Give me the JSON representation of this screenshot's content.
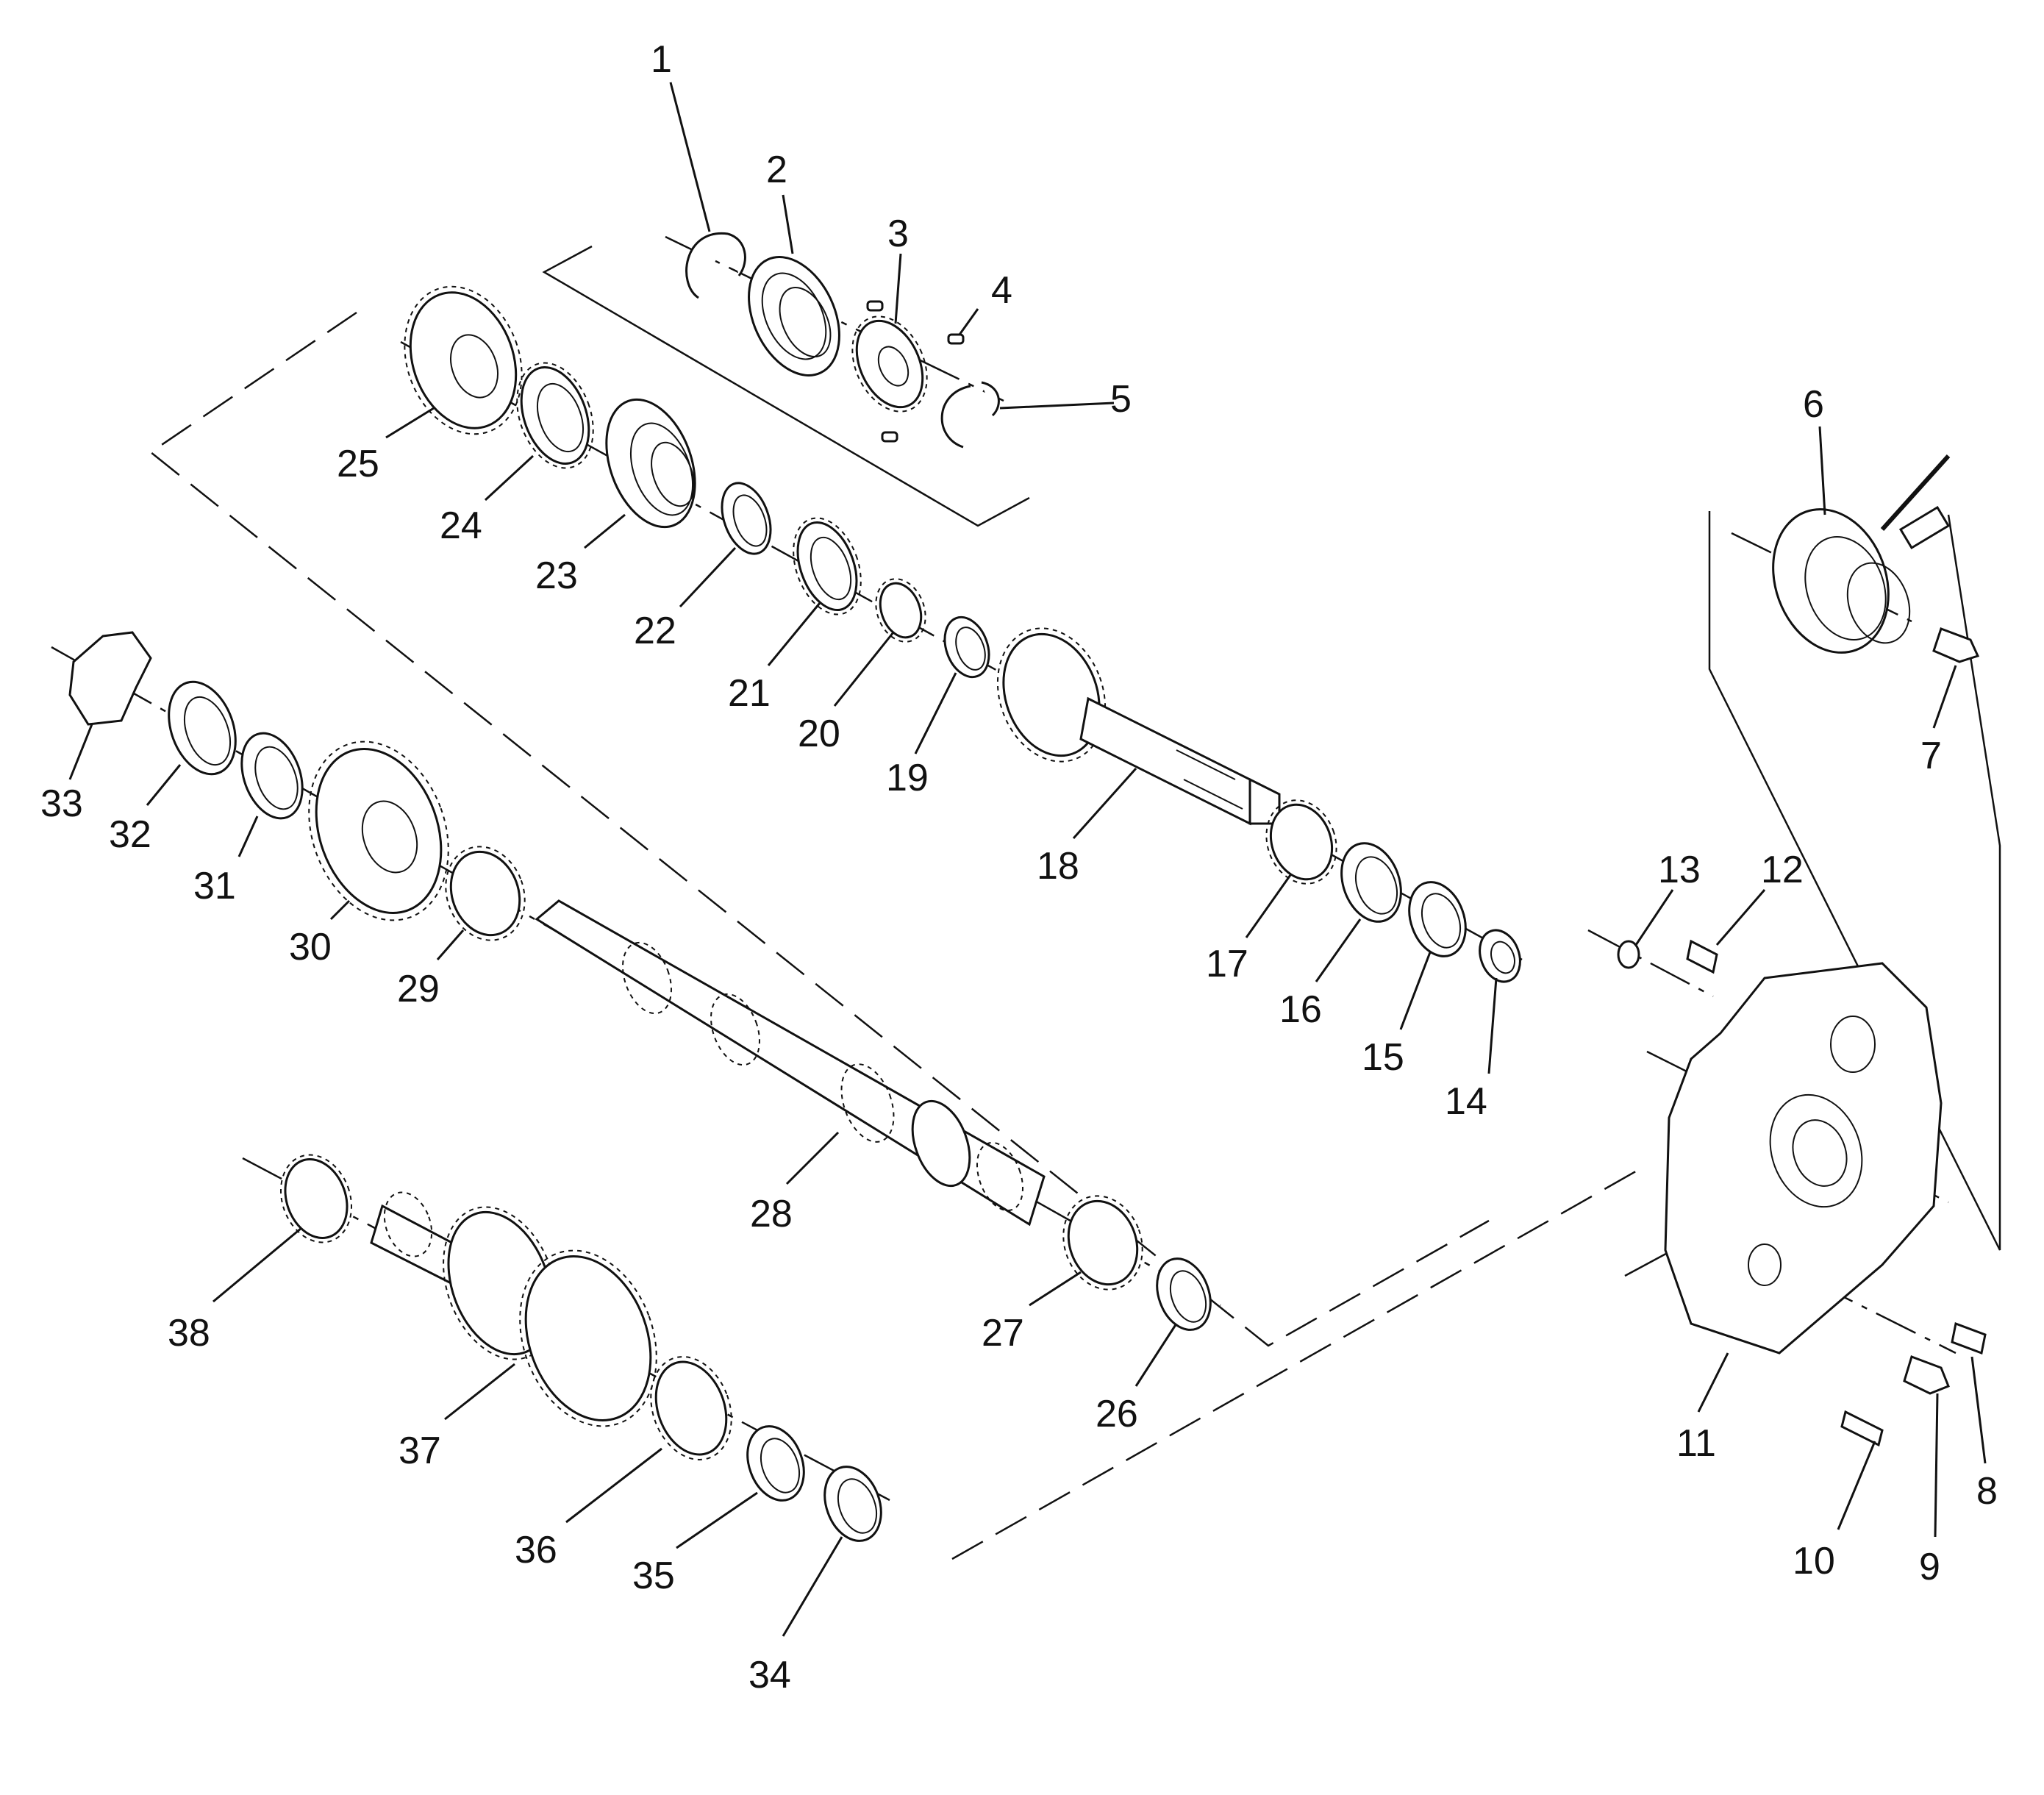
{
  "diagram": {
    "callouts": [
      {
        "id": 1,
        "label": "1"
      },
      {
        "id": 2,
        "label": "2"
      },
      {
        "id": 3,
        "label": "3"
      },
      {
        "id": 4,
        "label": "4"
      },
      {
        "id": 5,
        "label": "5"
      },
      {
        "id": 6,
        "label": "6"
      },
      {
        "id": 7,
        "label": "7"
      },
      {
        "id": 8,
        "label": "8"
      },
      {
        "id": 9,
        "label": "9"
      },
      {
        "id": 10,
        "label": "10"
      },
      {
        "id": 11,
        "label": "11"
      },
      {
        "id": 12,
        "label": "12"
      },
      {
        "id": 13,
        "label": "13"
      },
      {
        "id": 14,
        "label": "14"
      },
      {
        "id": 15,
        "label": "15"
      },
      {
        "id": 16,
        "label": "16"
      },
      {
        "id": 17,
        "label": "17"
      },
      {
        "id": 18,
        "label": "18"
      },
      {
        "id": 19,
        "label": "19"
      },
      {
        "id": 20,
        "label": "20"
      },
      {
        "id": 21,
        "label": "21"
      },
      {
        "id": 22,
        "label": "22"
      },
      {
        "id": 23,
        "label": "23"
      },
      {
        "id": 24,
        "label": "24"
      },
      {
        "id": 25,
        "label": "25"
      },
      {
        "id": 26,
        "label": "26"
      },
      {
        "id": 27,
        "label": "27"
      },
      {
        "id": 28,
        "label": "28"
      },
      {
        "id": 29,
        "label": "29"
      },
      {
        "id": 30,
        "label": "30"
      },
      {
        "id": 31,
        "label": "31"
      },
      {
        "id": 32,
        "label": "32"
      },
      {
        "id": 33,
        "label": "33"
      },
      {
        "id": 34,
        "label": "34"
      },
      {
        "id": 35,
        "label": "35"
      },
      {
        "id": 36,
        "label": "36"
      },
      {
        "id": 37,
        "label": "37"
      },
      {
        "id": 38,
        "label": "38"
      }
    ]
  }
}
